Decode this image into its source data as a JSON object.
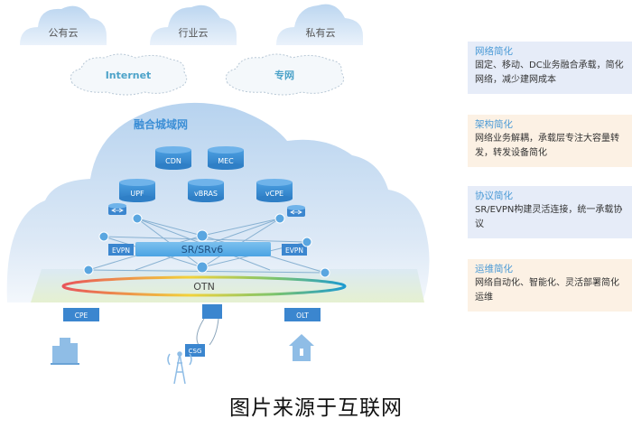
{
  "diagram": {
    "top_clouds": [
      {
        "label": "公有云"
      },
      {
        "label": "行业云"
      },
      {
        "label": "私有云"
      }
    ],
    "mid_clouds": [
      {
        "label": "Internet"
      },
      {
        "label": "专网"
      }
    ],
    "main_cloud": {
      "title": "融合城域网"
    },
    "services": [
      {
        "label": "CDN"
      },
      {
        "label": "MEC"
      },
      {
        "label": "UPF"
      },
      {
        "label": "vBRAS"
      },
      {
        "label": "vCPE"
      }
    ],
    "core_label": "SR/SRv6",
    "evpn_left": "EVPN",
    "evpn_right": "EVPN",
    "otn_label": "OTN",
    "access": [
      {
        "label": "CPE",
        "icon": "building-icon"
      },
      {
        "label": "CSG",
        "icon": "cell-tower-icon"
      },
      {
        "label": "OLT",
        "icon": "home-icon"
      }
    ]
  },
  "panels": [
    {
      "title": "网络简化",
      "body": "固定、移动、DC业务融合承载，简化网络，减少建网成本",
      "bg": "#e6ecf8"
    },
    {
      "title": "架构简化",
      "body": "网络业务解耦，承载层专注大容量转发，转发设备简化",
      "bg": "#fcf1e4"
    },
    {
      "title": "协议简化",
      "body": "SR/EVPN构建灵活连接，统一承载协议",
      "bg": "#e6ecf8"
    },
    {
      "title": "运维简化",
      "body": "网络自动化、智能化、灵活部署简化运维",
      "bg": "#fcf1e4"
    }
  ],
  "caption": "图片来源于互联网",
  "colors": {
    "accent": "#3d8fd6",
    "title_blue": "#4a9ad6",
    "node_blue": "#5aa6e0"
  }
}
